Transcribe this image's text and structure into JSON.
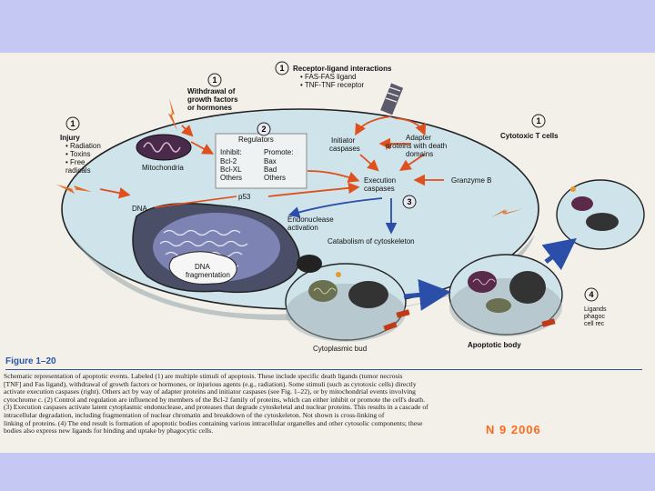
{
  "figure_label": "Figure 1–20",
  "date_stamp": "N 9 2006",
  "labels": {
    "injury": {
      "num": "1",
      "title": "Injury",
      "items": [
        "• Radiation",
        "• Toxins",
        "• Free",
        "  radicals"
      ]
    },
    "withdrawal": {
      "num": "1",
      "lines": [
        "Withdrawal of",
        "growth factors",
        "or hormones"
      ]
    },
    "receptor": {
      "num": "1",
      "title": "Receptor-ligand interactions",
      "items": [
        "• FAS-FAS ligand",
        "• TNF-TNF receptor"
      ]
    },
    "cytotoxic": {
      "num": "1",
      "title": "Cytotoxic T cells"
    },
    "mitochondria": "Mitochondria",
    "regulators": {
      "num": "2",
      "title": "Regulators",
      "inhibit": "Inhibit:",
      "promote": "Promote:",
      "inhibit_items": [
        "Bcl-2",
        "Bcl-XL",
        "Others"
      ],
      "promote_items": [
        "Bax",
        "Bad",
        "Others"
      ]
    },
    "initiator": [
      "Initiator",
      "caspases"
    ],
    "adapter": [
      "Adapter",
      "proteins with death",
      "domains"
    ],
    "granzyme": "Granzyme B",
    "execution": [
      "Execution",
      "caspases"
    ],
    "step3": "3",
    "dna": "DNA",
    "p53": "p53",
    "endonuclease": [
      "Endonuclease",
      "activation"
    ],
    "catabolism": "Catabolism of cytoskeleton",
    "dna_frag": [
      "DNA",
      "fragmentation"
    ],
    "cytoplasmic_bud": "Cytoplasmic bud",
    "apoptotic_body": "Apoptotic body",
    "ligands": {
      "num": "4",
      "lines": [
        "Ligands",
        "phagoc",
        "cell rec"
      ]
    }
  },
  "caption": [
    "Schematic representation of apoptotic events. Labeled (1) are multiple stimuli of apoptosis. These include specific death ligands (tumor necrosis",
    "[TNF] and Fas ligand), withdrawal of growth factors or hormones, or injurious agents (e.g., radiation). Some stimuli (such as cytotoxic cells) directly",
    "activate execution caspases (right). Others act by way of adapter proteins and initiator caspases (see Fig. 1–22), or by mitochondrial events involving",
    "cytochrome c. (2) Control and regulation are influenced by members of the Bcl-2 family of proteins, which can either inhibit or promote the cell's death.",
    "(3) Execution caspases activate latent cytoplasmic endonuclease, and proteases that degrade cytoskeletal and nuclear proteins. This results in a cascade of",
    "intracellular degradation, including fragmentation of nuclear chromatin and breakdown of the cytoskeleton. Not shown is cross-linking of",
    "linking of proteins. (4) The end result is formation of apoptotic bodies containing various intracellular organelles and other cytosolic components; these",
    "bodies also express new ligands for binding and uptake by phagocytic cells."
  ]
}
